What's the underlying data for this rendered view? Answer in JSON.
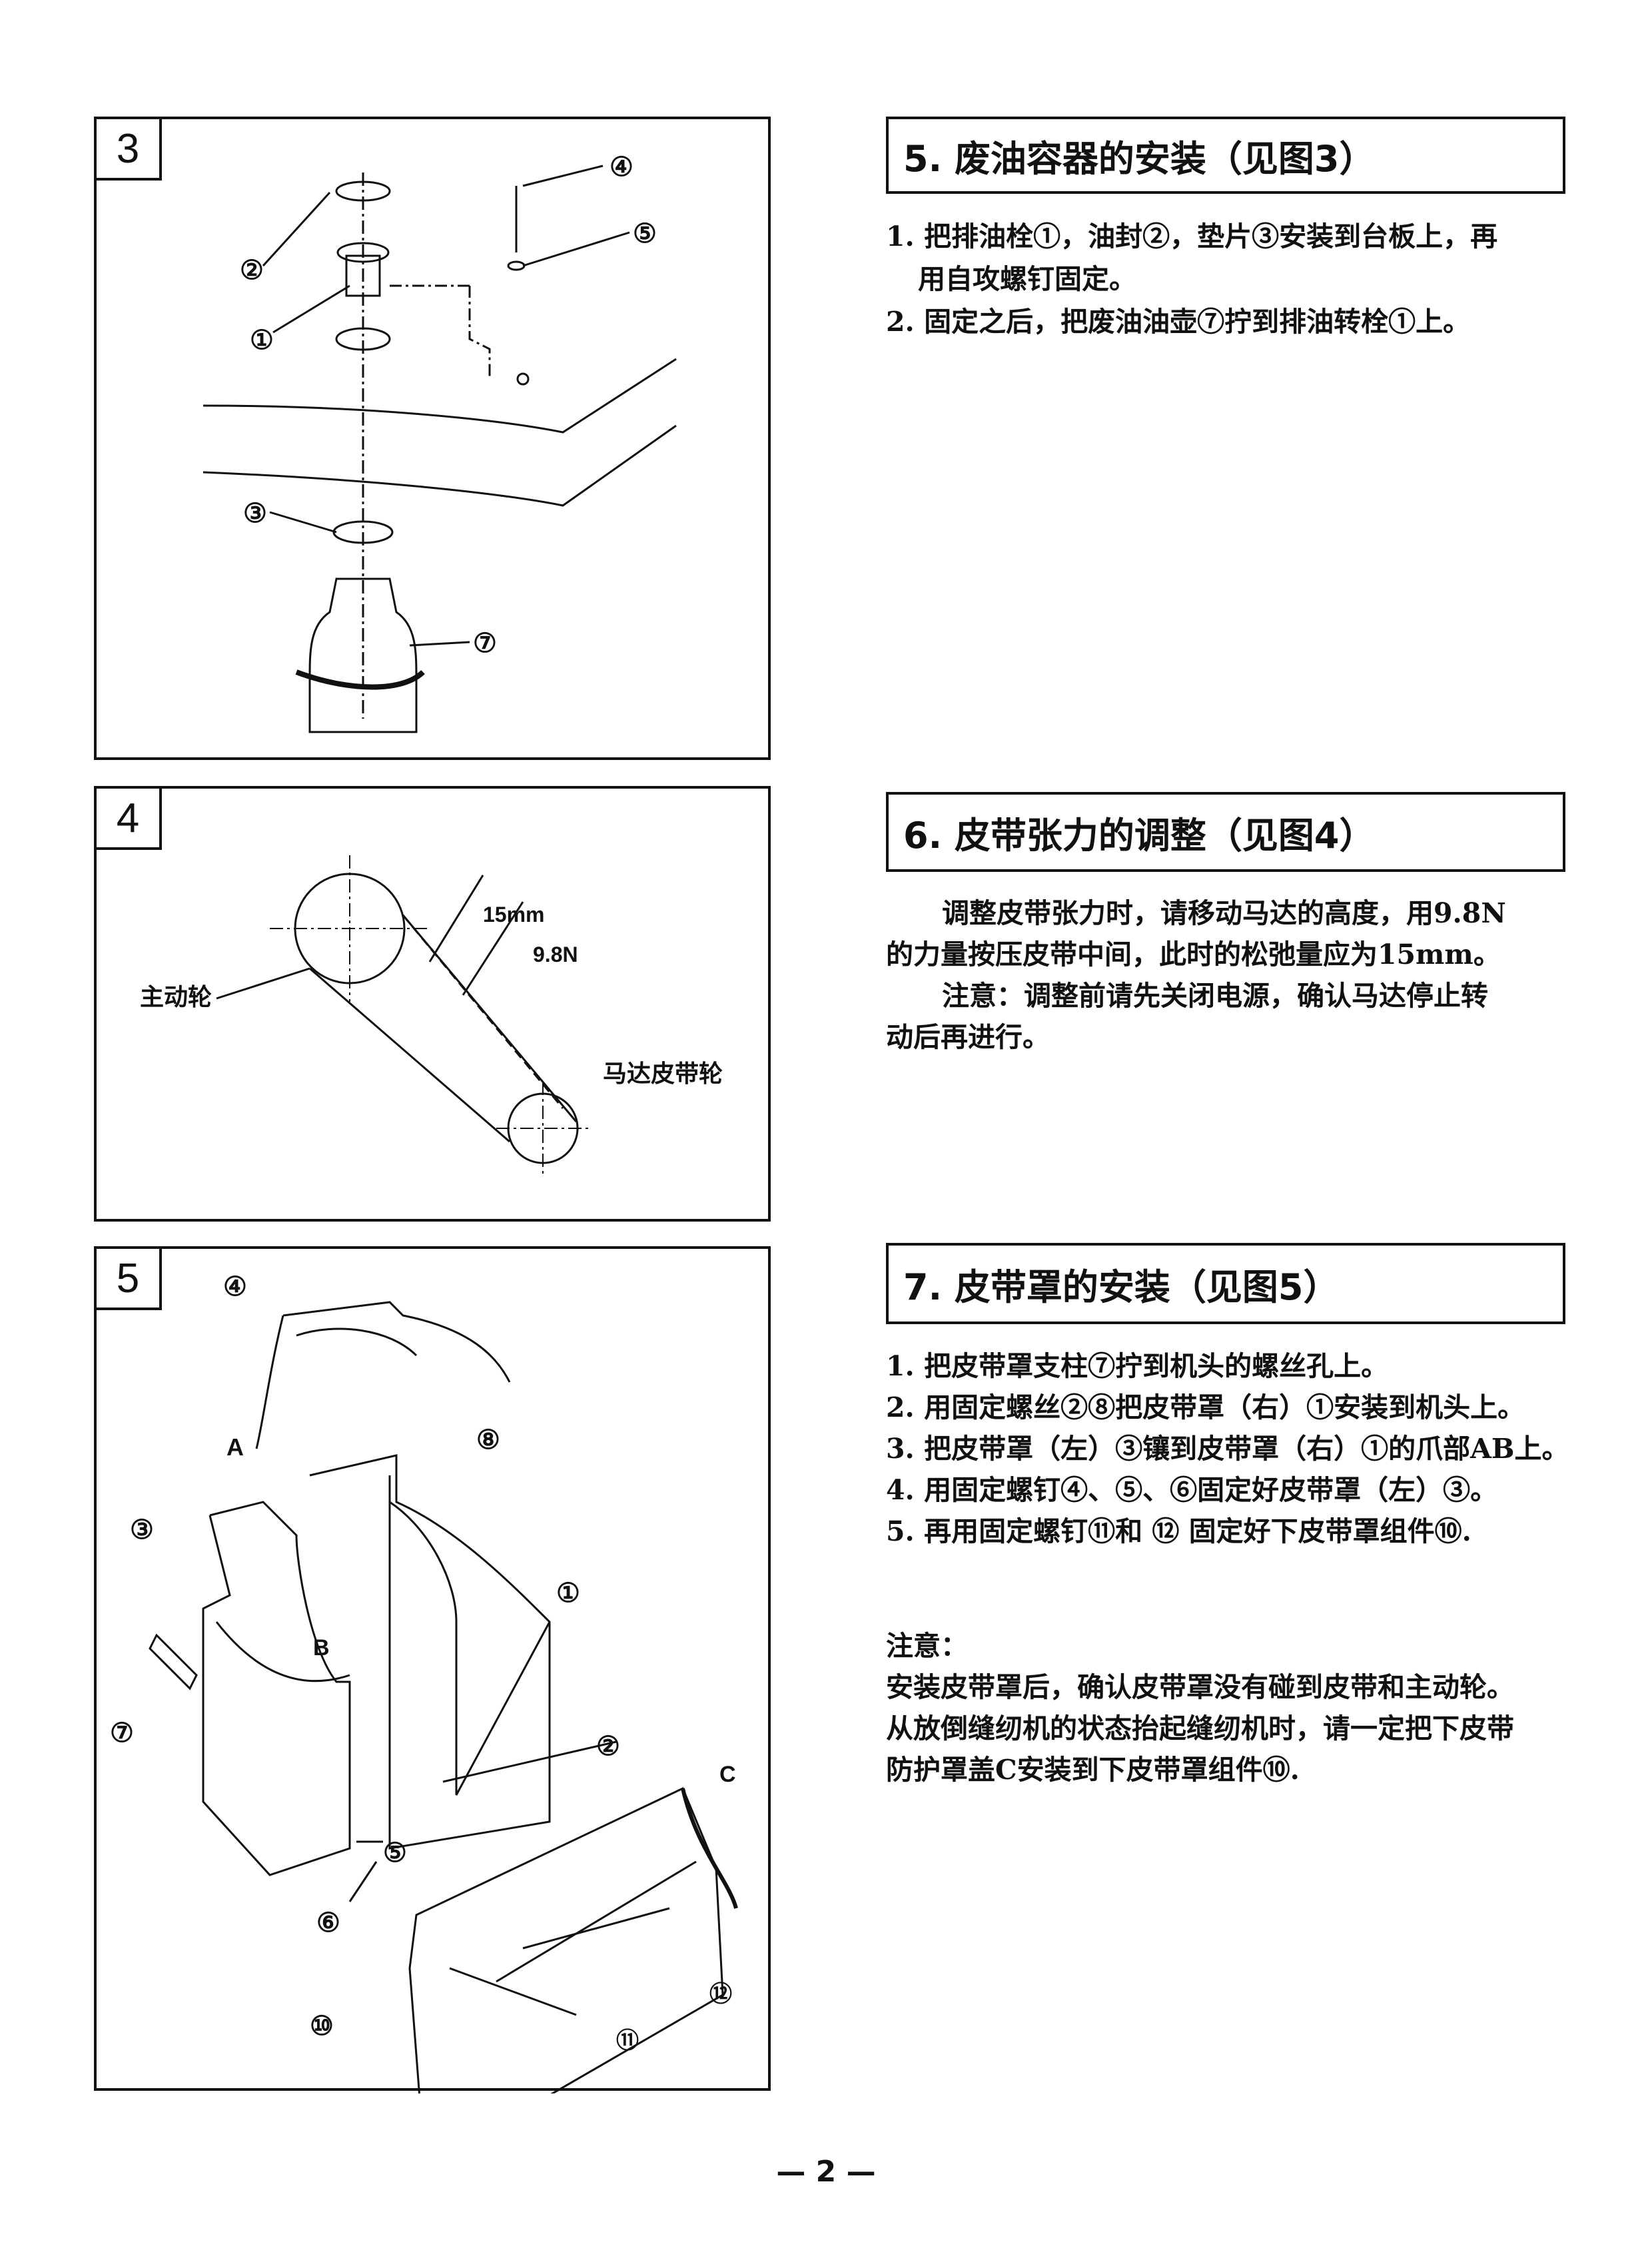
{
  "figures": {
    "fig3": {
      "number": "3",
      "labels": [
        "④",
        "②",
        "⑤",
        "①",
        "③",
        "⑦"
      ]
    },
    "fig4": {
      "number": "4",
      "labels": {
        "slack": "15mm",
        "force": "9.8N",
        "main_pulley": "主动轮",
        "motor_pulley": "马达皮带轮"
      }
    },
    "fig5": {
      "number": "5",
      "labels": [
        "④",
        "A",
        "⑧",
        "③",
        "①",
        "B",
        "⑦",
        "②",
        "C",
        "⑤",
        "⑥",
        "⑫",
        "⑩",
        "⑪"
      ]
    }
  },
  "sections": [
    {
      "title": "5. 废油容器的安装（见图3）",
      "lines": [
        "1. 把排油栓①，油封②，垫片③安装到台板上，再",
        "用自攻螺钉固定。",
        "2. 固定之后，把废油油壶⑦拧到排油转栓①上。"
      ]
    },
    {
      "title": "6. 皮带张力的调整（见图4）",
      "lines": [
        "调整皮带张力时，请移动马达的高度，用9.8N",
        "的力量按压皮带中间，此时的松弛量应为15mm。",
        "注意：调整前请先关闭电源，确认马达停止转",
        "动后再进行。"
      ]
    },
    {
      "title": "7. 皮带罩的安装（见图5）",
      "lines": [
        "1. 把皮带罩支柱⑦拧到机头的螺丝孔上。",
        "2. 用固定螺丝②⑧把皮带罩（右）①安装到机头上。",
        "3. 把皮带罩（左）③镶到皮带罩（右）①的爪部AB上。",
        "4. 用固定螺钉④、⑤、⑥固定好皮带罩（左）③。",
        "5. 再用固定螺钉⑪和 ⑫ 固定好下皮带罩组件⑩."
      ],
      "note_title": "注意：",
      "note_lines": [
        "安装皮带罩后，确认皮带罩没有碰到皮带和主动轮。",
        "从放倒缝纫机的状态抬起缝纫机时，请一定把下皮带",
        "防护罩盖C安装到下皮带罩组件⑩."
      ]
    }
  ],
  "page_number": "— 2 —"
}
